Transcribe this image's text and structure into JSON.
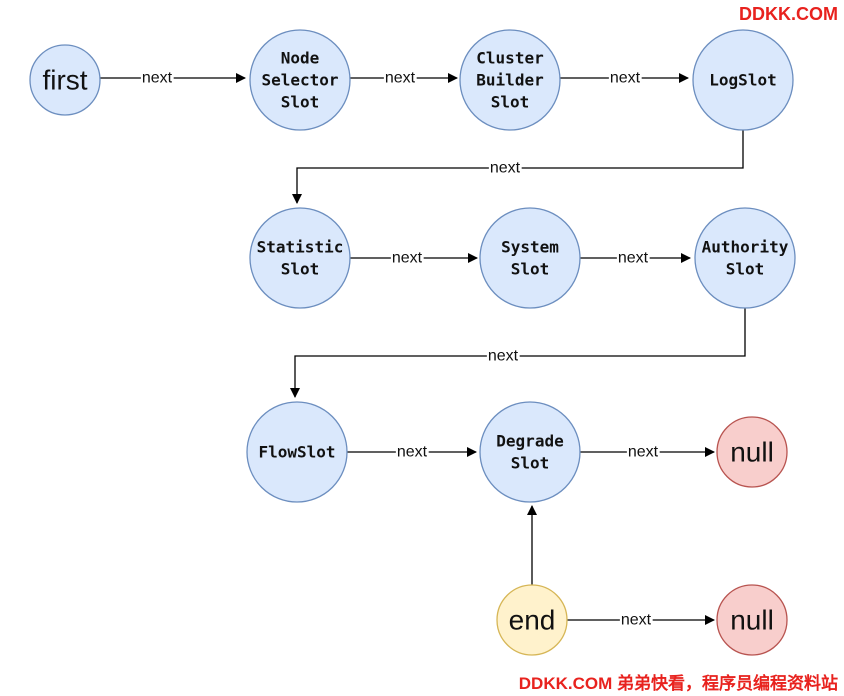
{
  "watermark": {
    "top": "DDKK.COM",
    "bottom": "DDKK.COM 弟弟快看，程序员编程资料站"
  },
  "colors": {
    "blue_fill": "#dae8fc",
    "blue_stroke": "#6c8ebf",
    "red_fill": "#f8cecc",
    "red_stroke": "#b85450",
    "yellow_fill": "#fff2cc",
    "yellow_stroke": "#d6b656",
    "watermark": "#e8221e"
  },
  "edge_label": "next",
  "nodes": {
    "first": {
      "lines": [
        "first"
      ],
      "style": "blue",
      "kind": "big"
    },
    "node_selector_slot": {
      "lines": [
        "Node",
        "Selector",
        "Slot"
      ],
      "style": "blue",
      "kind": "mono"
    },
    "cluster_builder_slot": {
      "lines": [
        "Cluster",
        "Builder",
        "Slot"
      ],
      "style": "blue",
      "kind": "mono"
    },
    "log_slot": {
      "lines": [
        "LogSlot"
      ],
      "style": "blue",
      "kind": "mono"
    },
    "statistic_slot": {
      "lines": [
        "Statistic",
        "Slot"
      ],
      "style": "blue",
      "kind": "mono"
    },
    "system_slot": {
      "lines": [
        "System",
        "Slot"
      ],
      "style": "blue",
      "kind": "mono"
    },
    "authority_slot": {
      "lines": [
        "Authority",
        "Slot"
      ],
      "style": "blue",
      "kind": "mono"
    },
    "flow_slot": {
      "lines": [
        "FlowSlot"
      ],
      "style": "blue",
      "kind": "mono"
    },
    "degrade_slot": {
      "lines": [
        "Degrade",
        "Slot"
      ],
      "style": "blue",
      "kind": "mono"
    },
    "null_1": {
      "lines": [
        "null"
      ],
      "style": "red",
      "kind": "big"
    },
    "end": {
      "lines": [
        "end"
      ],
      "style": "yellow",
      "kind": "big"
    },
    "null_2": {
      "lines": [
        "null"
      ],
      "style": "red",
      "kind": "big"
    }
  },
  "edges": [
    {
      "from": "first",
      "to": "node_selector_slot",
      "label": "next"
    },
    {
      "from": "node_selector_slot",
      "to": "cluster_builder_slot",
      "label": "next"
    },
    {
      "from": "cluster_builder_slot",
      "to": "log_slot",
      "label": "next"
    },
    {
      "from": "log_slot",
      "to": "statistic_slot",
      "label": "next"
    },
    {
      "from": "statistic_slot",
      "to": "system_slot",
      "label": "next"
    },
    {
      "from": "system_slot",
      "to": "authority_slot",
      "label": "next"
    },
    {
      "from": "authority_slot",
      "to": "flow_slot",
      "label": "next"
    },
    {
      "from": "flow_slot",
      "to": "degrade_slot",
      "label": "next"
    },
    {
      "from": "degrade_slot",
      "to": "null_1",
      "label": "next"
    },
    {
      "from": "end",
      "to": "degrade_slot",
      "label": ""
    },
    {
      "from": "end",
      "to": "null_2",
      "label": "next"
    }
  ]
}
